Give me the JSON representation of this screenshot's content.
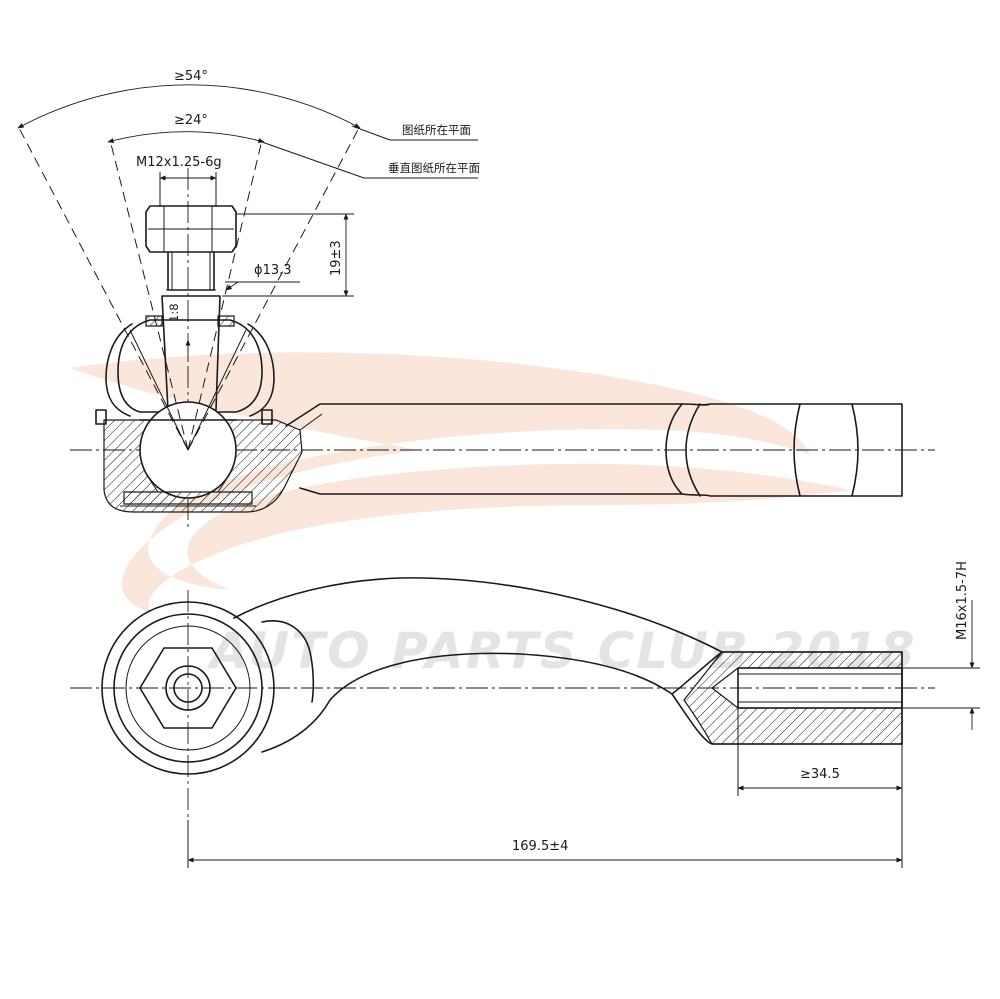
{
  "watermark": {
    "text": "AUTO PARTS CLUB 2018",
    "swoosh_color": "#f7d9c7"
  },
  "dimensions": {
    "angle_outer": "≥54°",
    "angle_inner": "≥24°",
    "thread_stud": "M12x1.25-6g",
    "stud_diameter": "ϕ13.3",
    "stud_height": "19±3",
    "taper": "1:8",
    "thread_end": "M16x1.5-7H",
    "thread_depth": "≥34.5",
    "overall_length": "169.5±4"
  },
  "callouts": {
    "plane_drawing": "图纸所在平面",
    "plane_perpendicular": "垂直图纸所在平面"
  },
  "colors": {
    "line": "#1a1a1a",
    "watermark_swoosh": "#f7d9c7"
  }
}
